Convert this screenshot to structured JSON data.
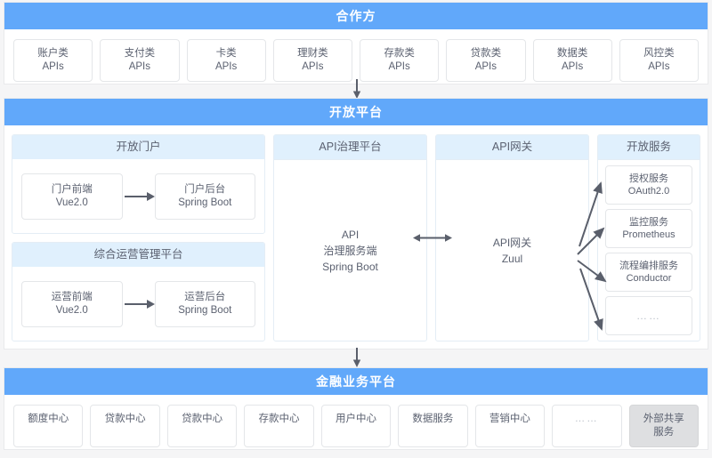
{
  "partner": {
    "title": "合作方",
    "apis": [
      {
        "name": "账户类",
        "sub": "APIs"
      },
      {
        "name": "支付类",
        "sub": "APIs"
      },
      {
        "name": "卡类",
        "sub": "APIs"
      },
      {
        "name": "理财类",
        "sub": "APIs"
      },
      {
        "name": "存款类",
        "sub": "APIs"
      },
      {
        "name": "贷款类",
        "sub": "APIs"
      },
      {
        "name": "数据类",
        "sub": "APIs"
      },
      {
        "name": "风控类",
        "sub": "APIs"
      }
    ]
  },
  "platform": {
    "title": "开放平台",
    "portal": {
      "title": "开放门户",
      "front": {
        "name": "门户前端",
        "tech": "Vue2.0"
      },
      "back": {
        "name": "门户后台",
        "tech": "Spring Boot"
      }
    },
    "ops": {
      "title": "综合运营管理平台",
      "front": {
        "name": "运营前端",
        "tech": "Vue2.0"
      },
      "back": {
        "name": "运营后台",
        "tech": "Spring Boot"
      }
    },
    "governance": {
      "title": "API治理平台",
      "body_line1": "API",
      "body_line2": "治理服务端",
      "body_line3": "Spring Boot"
    },
    "gateway": {
      "title": "API网关",
      "body_line1": "API网关",
      "body_line2": "Zuul"
    },
    "services": {
      "title": "开放服务",
      "items": [
        {
          "name": "授权服务",
          "tech": "OAuth2.0"
        },
        {
          "name": "监控服务",
          "tech": "Prometheus"
        },
        {
          "name": "流程编排服务",
          "tech": "Conductor"
        },
        {
          "name": "……",
          "tech": ""
        }
      ]
    }
  },
  "finance": {
    "title": "金融业务平台",
    "centers": [
      {
        "name": "额度中心"
      },
      {
        "name": "贷款中心"
      },
      {
        "name": "贷款中心"
      },
      {
        "name": "存款中心"
      },
      {
        "name": "用户中心"
      },
      {
        "name": "数据服务"
      },
      {
        "name": "营销中心"
      },
      {
        "name": "……"
      },
      {
        "name": "外部共享",
        "sub": "服务"
      }
    ]
  },
  "colors": {
    "band_blue": "#61a8fa",
    "subtitle_blue": "#e0f0fd",
    "text": "#5b6170",
    "border": "#e4e6e9",
    "shared_gray": "#dedfe1",
    "arrow": "#5a5f6b"
  }
}
